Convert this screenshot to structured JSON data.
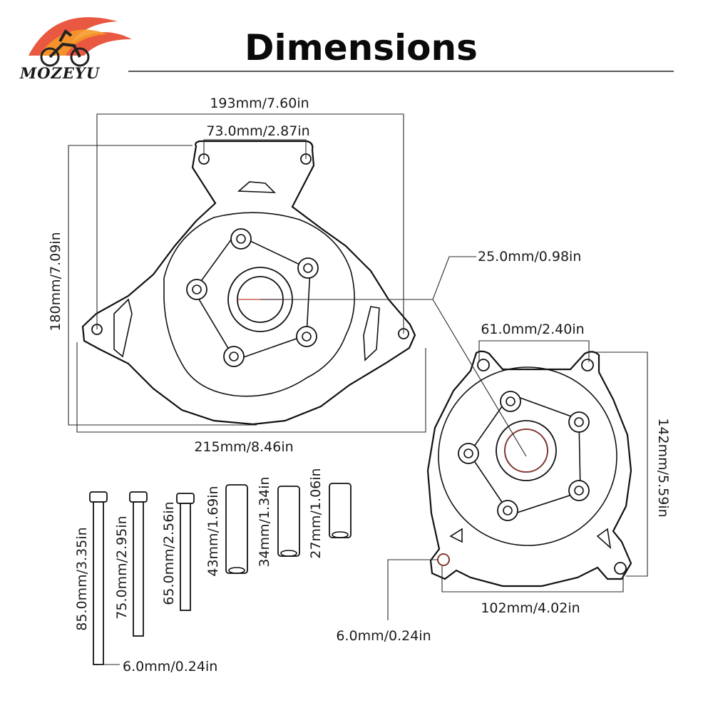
{
  "header": {
    "title": "Dimensions",
    "brand": "MOZEYU"
  },
  "cover_large": {
    "overall_width": "193mm/7.60in",
    "top_hole_spacing": "73.0mm/2.87in",
    "height": "180mm/7.09in",
    "base_width": "215mm/8.46in"
  },
  "cover_small": {
    "center_hole": "25.0mm/0.98in",
    "top_hole_spacing": "61.0mm/2.40in",
    "height": "142mm/5.59in",
    "bottom_hole_spacing": "102mm/4.02in",
    "mount_hole": "6.0mm/0.24in"
  },
  "bolts": [
    {
      "label": "85.0mm/3.35in"
    },
    {
      "label": "75.0mm/2.95in"
    },
    {
      "label": "65.0mm/2.56in"
    }
  ],
  "spacers": [
    {
      "label": "43mm/1.69in"
    },
    {
      "label": "34mm/1.34in"
    },
    {
      "label": "27mm/1.06in"
    }
  ],
  "bolt_diameter": "6.0mm/0.24in"
}
